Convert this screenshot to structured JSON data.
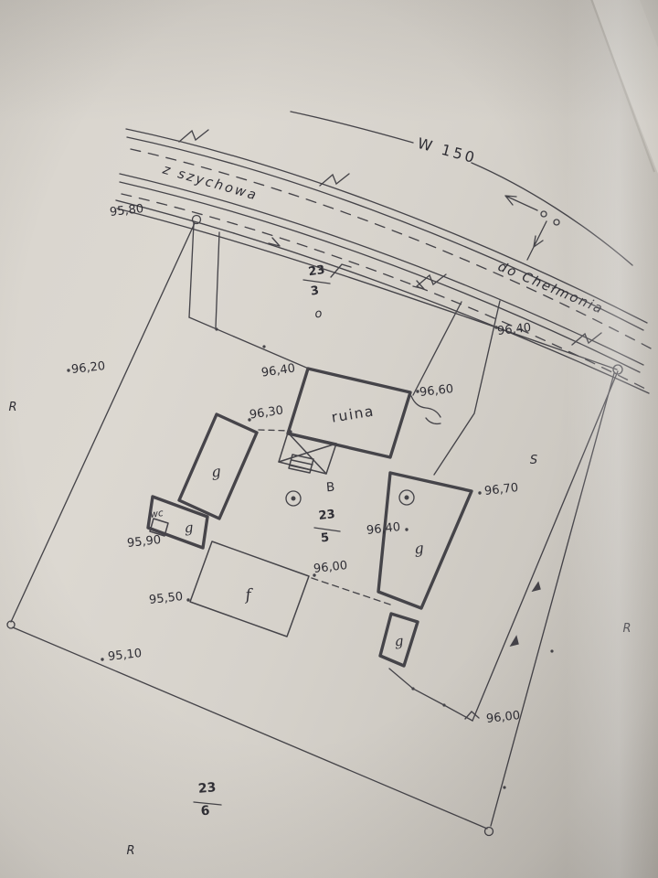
{
  "map": {
    "road": {
      "name": "W 150",
      "from_label": "z szychowa",
      "to_label": "do Chełmonia"
    },
    "parcels": {
      "p23_3": {
        "numerator": "23",
        "denominator": "3"
      },
      "p23_5": {
        "numerator": "23",
        "denominator": "5"
      },
      "p23_6": {
        "numerator": "23",
        "denominator": "6"
      }
    },
    "buildings": {
      "ruin": "ruina",
      "outbuilding": "g",
      "dwelling": "f",
      "toilet": "wc"
    },
    "land_use": {
      "o": "o",
      "B": "B",
      "S": "S",
      "R": "R"
    },
    "elevations": {
      "road_west": "95,80",
      "west": "96,20",
      "road_east": "96,40",
      "yard_north": "96,40",
      "yard_gate": "96,30",
      "ruin_east": "96,60",
      "barn_ne": "96,70",
      "yard_mid": "96,40",
      "barn_west": "95,90",
      "house_west": "95,50",
      "yard_south": "96,00",
      "south_west": "95,10",
      "south_east": "96,00"
    },
    "ink_color": "#3b3a40",
    "paper_color": "#d8d4cd"
  }
}
